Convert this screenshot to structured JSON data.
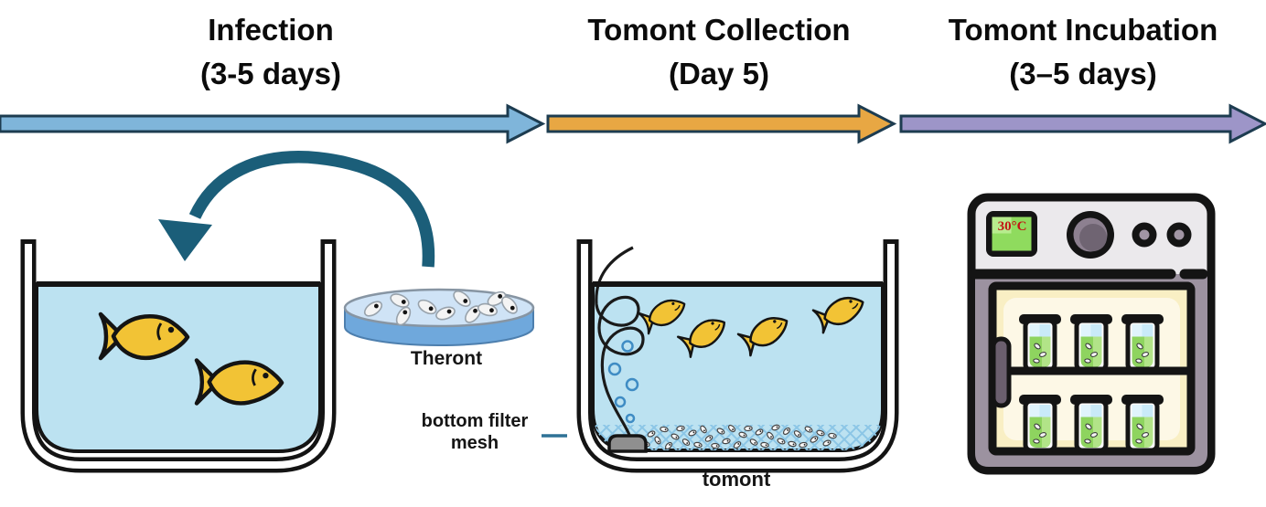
{
  "figure": {
    "phases": [
      {
        "title": "Infection",
        "subtitle": "(3-5 days)"
      },
      {
        "title": "Tomont Collection",
        "subtitle": "(Day 5)"
      },
      {
        "title": "Tomont Incubation",
        "subtitle": "(3–5 days)"
      }
    ],
    "labels": {
      "theront": "Theront",
      "bottom_filter_mesh": "bottom filter mesh",
      "tomont": "tomont",
      "incubator_temperature": "30°C"
    },
    "colors": {
      "arrow_infection": "#7fb5da",
      "arrow_collection": "#e8a743",
      "arrow_incubation": "#9d95c8",
      "arrow_outline": "#1d3c50",
      "curved_transfer_arrow": "#1b5e79",
      "water": "#bce2f1",
      "fish": "#f2c335",
      "mesh_line": "#8cc6e6",
      "incubator_display_text": "#c21414",
      "incubator_display_screen": "#8fdb5e"
    }
  }
}
